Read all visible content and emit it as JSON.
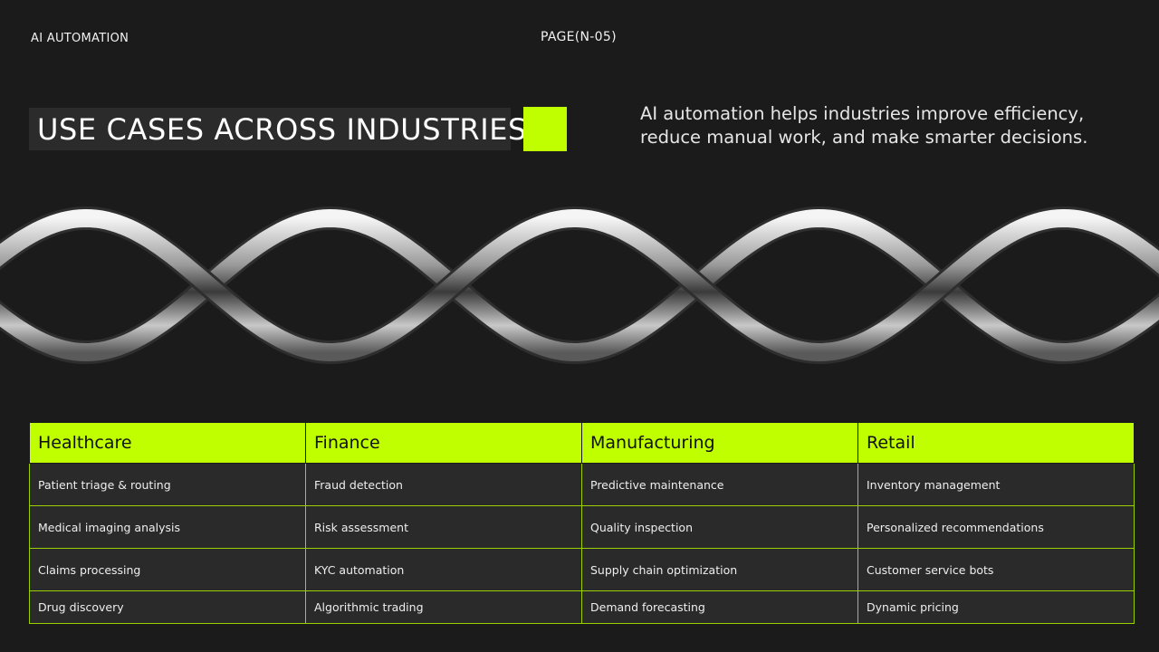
{
  "header": {
    "brand": "AI AUTOMATION",
    "page_number": "PAGE(N-05)"
  },
  "hero": {
    "title": "USE CASES ACROSS INDUSTRIES",
    "intro": "AI automation helps industries improve efficiency, reduce manual work, and make smarter decisions."
  },
  "image": {
    "icon": "dna-helix-image"
  },
  "colors": {
    "accent": "#c0ff00",
    "background": "#1b1b1b",
    "cell": "#2a2a2a",
    "border": "#9bd000"
  },
  "table": {
    "headers": [
      "Healthcare",
      "Finance",
      "Manufacturing",
      "Retail"
    ],
    "rows": [
      [
        "Patient triage & routing",
        "Fraud detection",
        "Predictive maintenance",
        "Inventory management"
      ],
      [
        "Medical imaging analysis",
        "Risk assessment",
        "Quality inspection",
        "Personalized recommendations"
      ],
      [
        "Claims processing",
        "KYC automation",
        "Supply chain optimization",
        "Customer service bots"
      ],
      [
        "Drug discovery",
        "Algorithmic trading",
        "Demand forecasting",
        "Dynamic pricing"
      ]
    ]
  }
}
